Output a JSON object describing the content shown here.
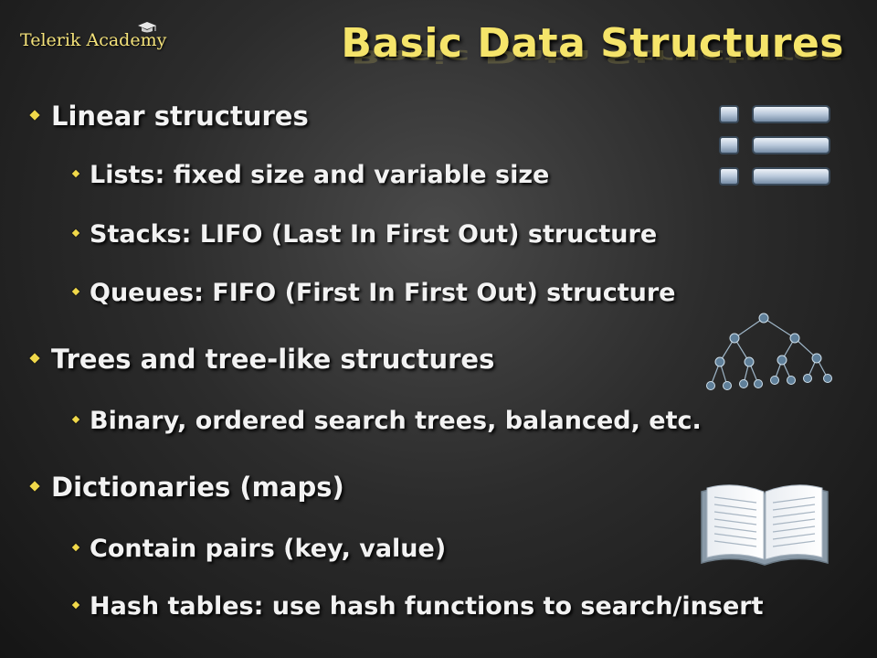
{
  "slide": {
    "logo_text": "Telerik Academy",
    "title": "Basic Data Structures",
    "sections": [
      {
        "heading": "Linear structures",
        "items": [
          "Lists: fixed size and variable size",
          "Stacks: LIFO (Last In First Out) structure",
          "Queues: FIFO (First In First Out) structure"
        ]
      },
      {
        "heading": "Trees and tree-like structures",
        "items": [
          "Binary, ordered search trees, balanced, etc."
        ]
      },
      {
        "heading": "Dictionaries (maps)",
        "items": [
          "Contain pairs (key, value)",
          "Hash tables: use hash functions to search/insert"
        ]
      }
    ]
  },
  "colors": {
    "title": "#f5e46a",
    "bullet": "#f0d84a",
    "text": "#f2f2f2",
    "background": "#2c2c2c"
  },
  "icons": [
    "graduation-cap-icon",
    "list-icon",
    "tree-icon",
    "book-icon"
  ]
}
